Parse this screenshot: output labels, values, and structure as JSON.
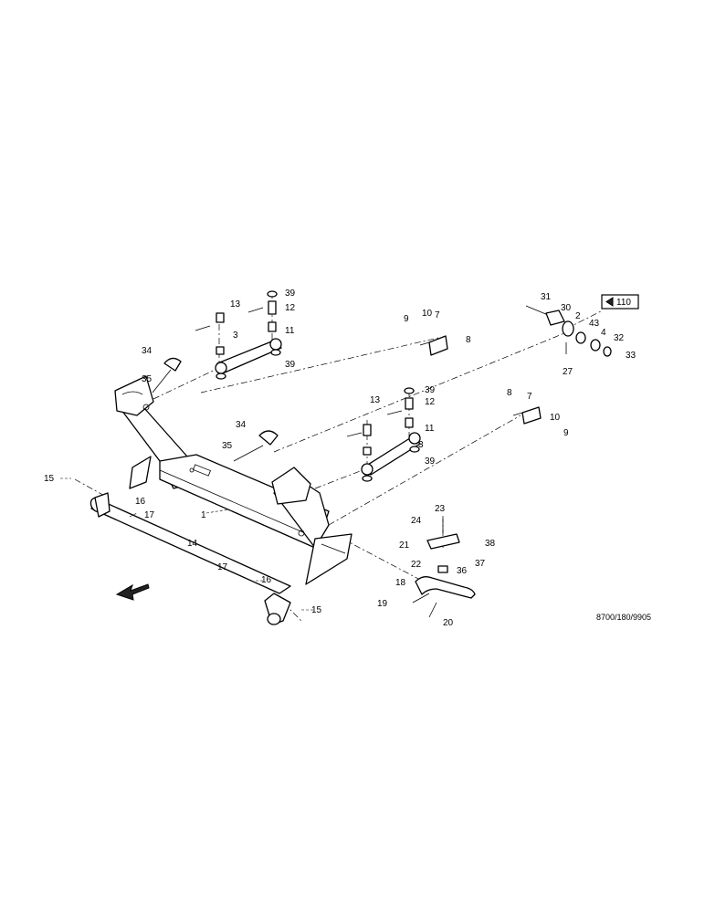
{
  "diagram": {
    "figure_code": "8700/180/9905",
    "page_reference": "110",
    "callouts": [
      {
        "id": "c1",
        "label": "1"
      },
      {
        "id": "c2",
        "label": "2"
      },
      {
        "id": "c3a",
        "label": "3"
      },
      {
        "id": "c3b",
        "label": "3"
      },
      {
        "id": "c4",
        "label": "4"
      },
      {
        "id": "c7a",
        "label": "7"
      },
      {
        "id": "c7b",
        "label": "7"
      },
      {
        "id": "c8a",
        "label": "8"
      },
      {
        "id": "c8b",
        "label": "8"
      },
      {
        "id": "c9a",
        "label": "9"
      },
      {
        "id": "c9b",
        "label": "9"
      },
      {
        "id": "c10a",
        "label": "10"
      },
      {
        "id": "c10b",
        "label": "10"
      },
      {
        "id": "c11a",
        "label": "11"
      },
      {
        "id": "c11b",
        "label": "11"
      },
      {
        "id": "c12a",
        "label": "12"
      },
      {
        "id": "c12b",
        "label": "12"
      },
      {
        "id": "c13a",
        "label": "13"
      },
      {
        "id": "c13b",
        "label": "13"
      },
      {
        "id": "c14",
        "label": "14"
      },
      {
        "id": "c15a",
        "label": "15"
      },
      {
        "id": "c15b",
        "label": "15"
      },
      {
        "id": "c16a",
        "label": "16"
      },
      {
        "id": "c16b",
        "label": "16"
      },
      {
        "id": "c17a",
        "label": "17"
      },
      {
        "id": "c17b",
        "label": "17"
      },
      {
        "id": "c18",
        "label": "18"
      },
      {
        "id": "c19",
        "label": "19"
      },
      {
        "id": "c20",
        "label": "20"
      },
      {
        "id": "c21",
        "label": "21"
      },
      {
        "id": "c22",
        "label": "22"
      },
      {
        "id": "c23",
        "label": "23"
      },
      {
        "id": "c24",
        "label": "24"
      },
      {
        "id": "c27",
        "label": "27"
      },
      {
        "id": "c30",
        "label": "30"
      },
      {
        "id": "c31",
        "label": "31"
      },
      {
        "id": "c32",
        "label": "32"
      },
      {
        "id": "c33",
        "label": "33"
      },
      {
        "id": "c34a",
        "label": "34"
      },
      {
        "id": "c34b",
        "label": "34"
      },
      {
        "id": "c35a",
        "label": "35"
      },
      {
        "id": "c35b",
        "label": "35"
      },
      {
        "id": "c36",
        "label": "36"
      },
      {
        "id": "c37",
        "label": "37"
      },
      {
        "id": "c38",
        "label": "38"
      },
      {
        "id": "c39a",
        "label": "39"
      },
      {
        "id": "c39b",
        "label": "39"
      },
      {
        "id": "c39c",
        "label": "39"
      },
      {
        "id": "c39d",
        "label": "39"
      },
      {
        "id": "c43",
        "label": "43"
      }
    ]
  }
}
